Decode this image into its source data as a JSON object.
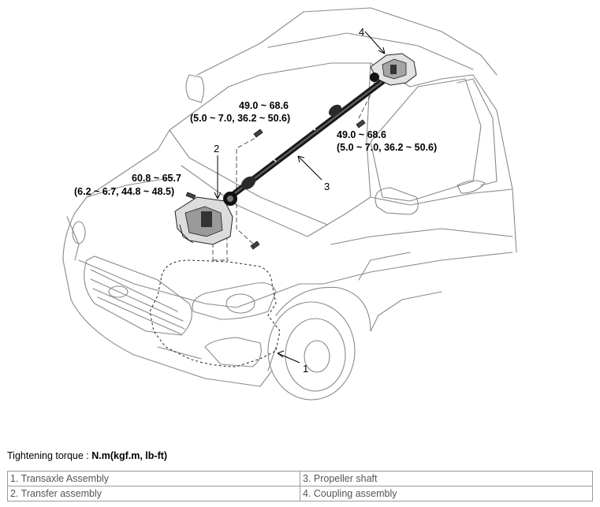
{
  "diagram": {
    "callouts": {
      "c1": "1",
      "c2": "2",
      "c3": "3",
      "c4": "4"
    },
    "torques": {
      "front_nm": "60.8 ~ 65.7",
      "front_alt": "(6.2 ~ 6.7, 44.8 ~ 48.5)",
      "mid_nm": "49.0 ~ 68.6",
      "mid_alt": "(5.0 ~ 7.0, 36.2 ~ 50.6)",
      "rear_nm": "49.0 ~ 68.6",
      "rear_alt": "(5.0 ~ 7.0, 36.2 ~ 50.6)"
    },
    "icons": [
      "bolt-icon",
      "transfer-assembly-icon",
      "coupling-assembly-icon",
      "propeller-shaft-icon",
      "vehicle-outline-icon"
    ]
  },
  "note": {
    "prefix": "Tightening torque : ",
    "units": "N.m(kgf.m, lb-ft)"
  },
  "parts": [
    [
      "1. Transaxle Assembly",
      "3. Propeller shaft"
    ],
    [
      "2. Transfer assembly",
      "4. Coupling assembly"
    ]
  ]
}
